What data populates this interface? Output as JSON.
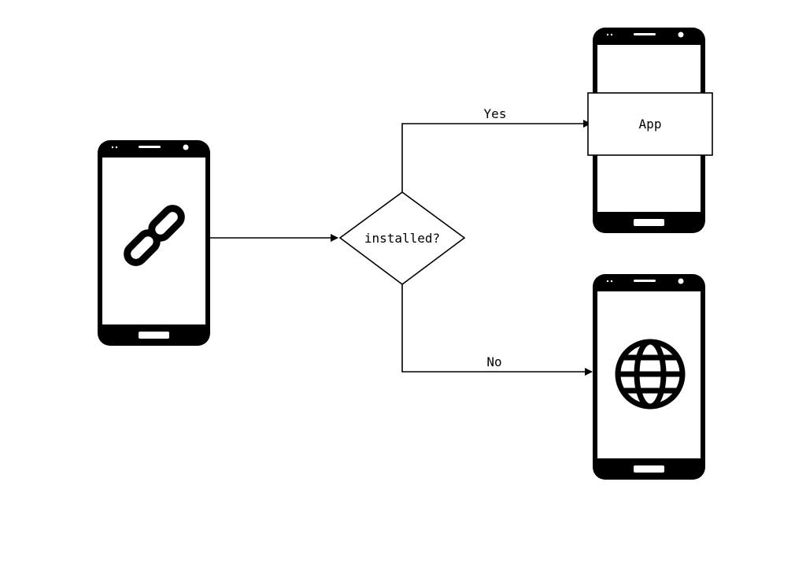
{
  "decision": {
    "label": "installed?"
  },
  "branches": {
    "yes": {
      "label": "Yes"
    },
    "no": {
      "label": "No"
    }
  },
  "targets": {
    "app_box": {
      "label": "App"
    }
  },
  "icons": {
    "source_phone": "link-icon",
    "web_phone": "globe-icon"
  },
  "colors": {
    "ink": "#000000",
    "screen": "#ffffff"
  }
}
